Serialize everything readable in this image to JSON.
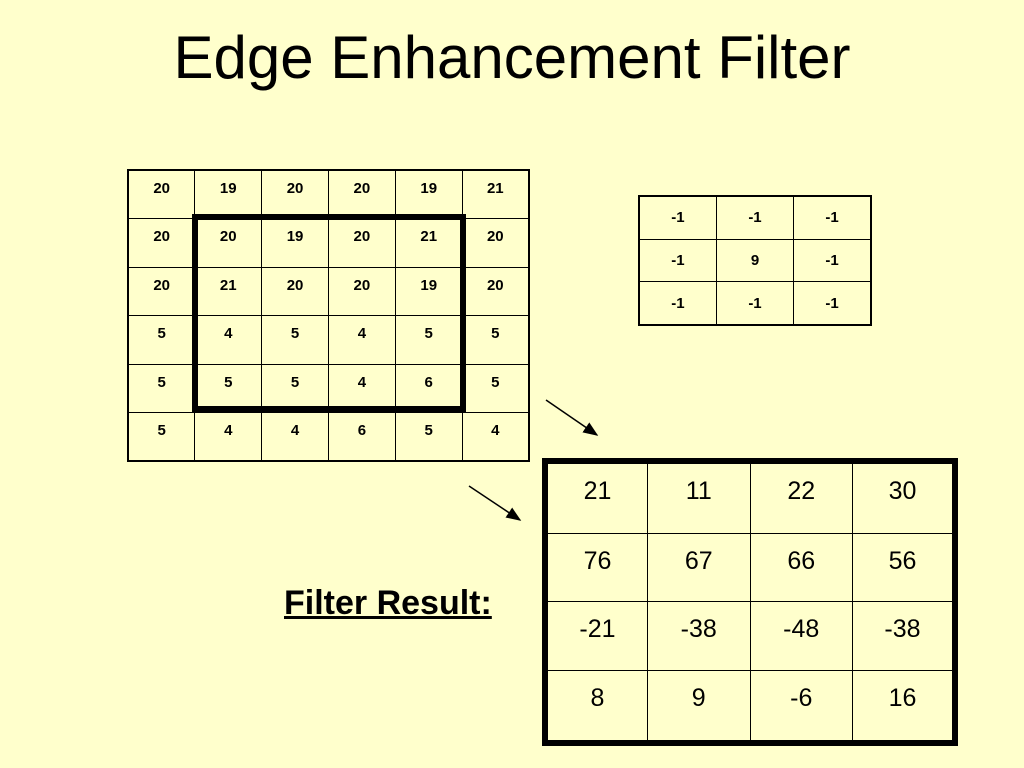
{
  "title": "Edge Enhancement Filter",
  "image": {
    "rows": [
      [
        "20",
        "19",
        "20",
        "20",
        "19",
        "21"
      ],
      [
        "20",
        "20",
        "19",
        "20",
        "21",
        "20"
      ],
      [
        "20",
        "21",
        "20",
        "20",
        "19",
        "20"
      ],
      [
        "5",
        "4",
        "5",
        "4",
        "5",
        "5"
      ],
      [
        "5",
        "5",
        "5",
        "4",
        "6",
        "5"
      ],
      [
        "5",
        "4",
        "4",
        "6",
        "5",
        "4"
      ]
    ]
  },
  "kernel": {
    "rows": [
      [
        "-1",
        "-1",
        "-1"
      ],
      [
        "-1",
        "9",
        "-1"
      ],
      [
        "-1",
        "-1",
        "-1"
      ]
    ]
  },
  "result": {
    "label": "Filter Result:",
    "rows": [
      [
        "21",
        "11",
        "22",
        "30"
      ],
      [
        "76",
        "67",
        "66",
        "56"
      ],
      [
        "-21",
        "-38",
        "-48",
        "-38"
      ],
      [
        "8",
        "9",
        "-6",
        "16"
      ]
    ]
  }
}
